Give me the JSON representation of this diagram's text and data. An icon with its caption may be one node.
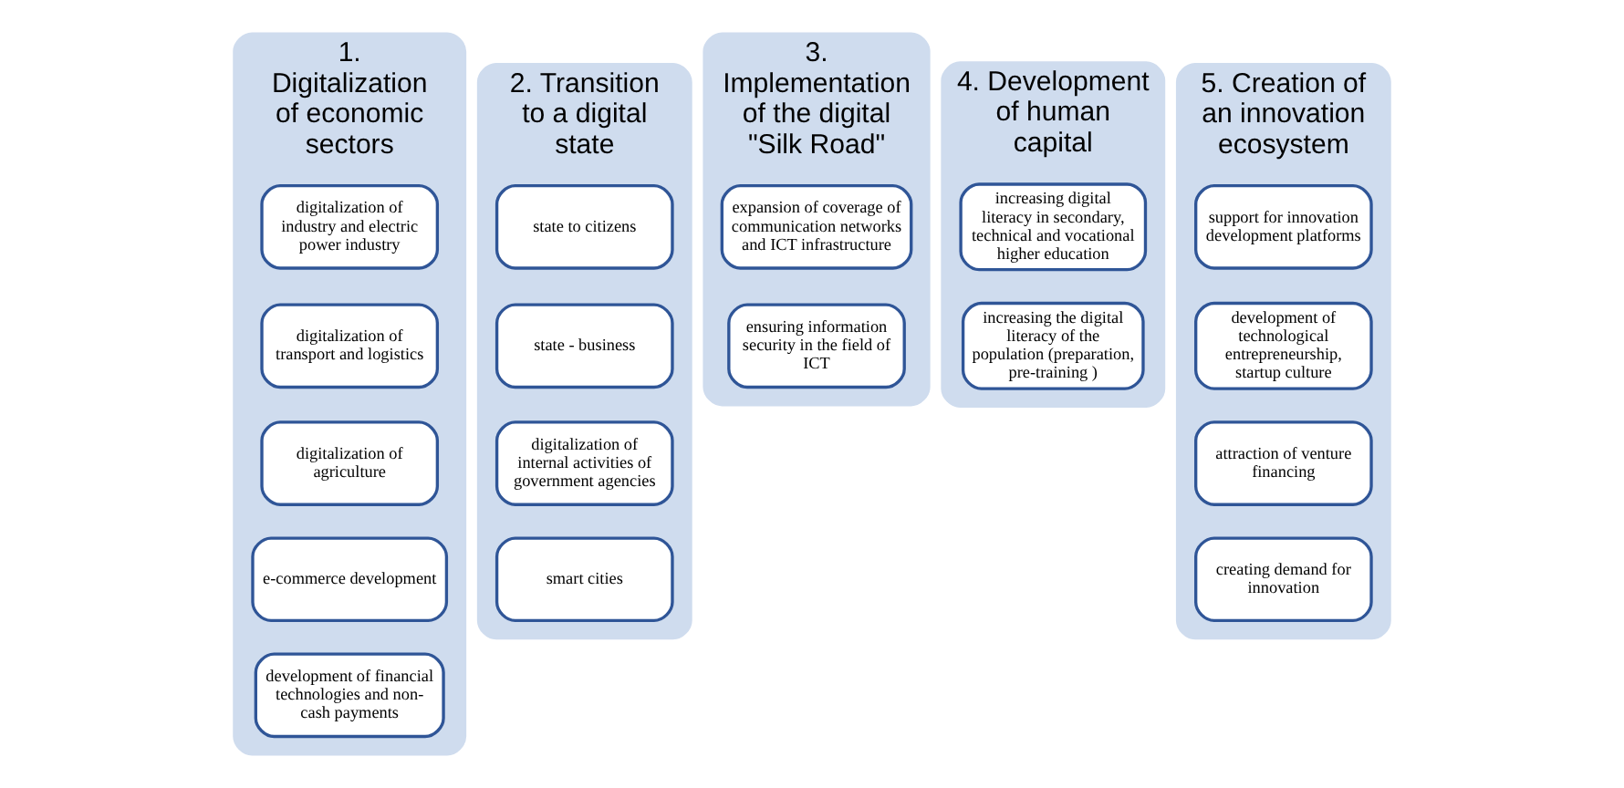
{
  "diagram": {
    "nodes": [
      {
        "text": [
          "1. Digitalization of economic sectors"
        ]
      },
      {
        "text": [
          "digitalization of industry and electric power industry"
        ],
        "in": 0
      },
      {
        "text": [
          "digitalization of transport and logistics"
        ],
        "in": 0
      },
      {
        "text": [
          "digitalization of agriculture"
        ],
        "in": 0
      },
      {
        "text": [
          "e-commerce development"
        ],
        "in": 0
      },
      {
        "text": [
          "development of financial technologies and non-cash payments"
        ],
        "in": 0
      },
      {
        "text": [
          "2. Transition to a digital state"
        ]
      },
      {
        "text": [
          "state to citizens"
        ],
        "in": 6
      },
      {
        "text": [
          "state - business"
        ],
        "in": 6
      },
      {
        "text": [
          "digitalization of internal activities of government agencies"
        ],
        "in": 6
      },
      {
        "text": [
          "smart cities"
        ],
        "in": 6
      },
      {
        "text": [
          "3. Implementation of the digital \"Silk Road\""
        ]
      },
      {
        "text": [
          "expansion of coverage of communication networks and ICT infrastructure"
        ],
        "in": 11
      },
      {
        "text": [
          "ensuring information security in the field of ICT"
        ],
        "in": 11
      },
      {
        "text": [
          "4. Development of human capital"
        ]
      },
      {
        "text": [
          "increasing digital literacy in secondary, technical and vocational higher education"
        ],
        "in": 14
      },
      {
        "text": [
          "increasing the digital literacy of the population (preparation, pre-training )"
        ],
        "in": 14
      },
      {
        "text": [
          "5. Creation of an innovation ecosystem"
        ]
      },
      {
        "text": [
          "support for innovation development platforms"
        ],
        "in": 17
      },
      {
        "text": [
          "development of technological entrepreneurship, startup culture"
        ],
        "in": 17
      },
      {
        "text": [
          "attraction of venture financing"
        ],
        "in": 17
      },
      {
        "text": [
          "creating demand for innovation"
        ],
        "in": 17
      }
    ],
    "edges": []
  }
}
